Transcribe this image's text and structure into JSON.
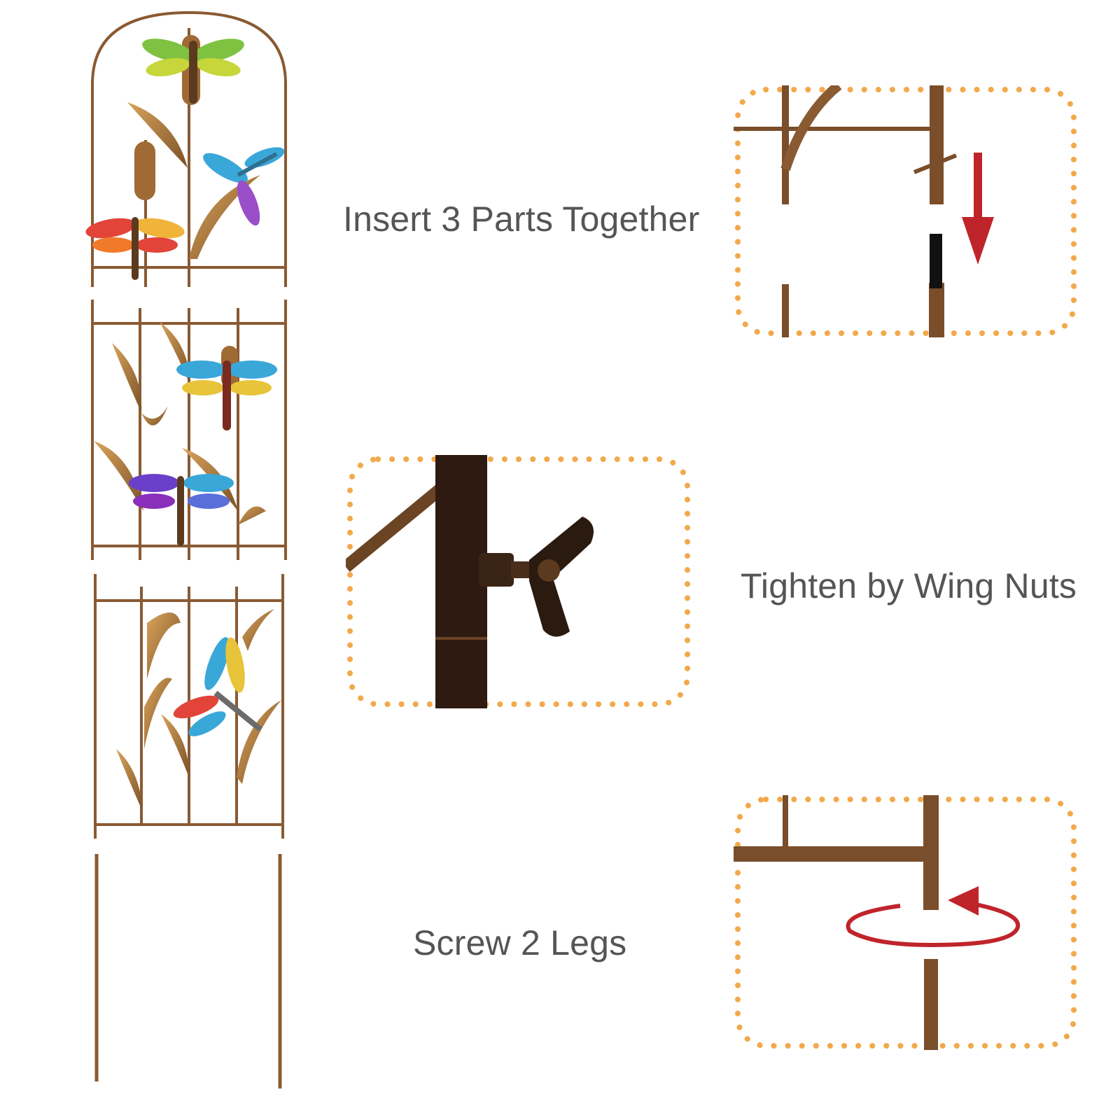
{
  "steps": [
    {
      "label": "Insert 3 Parts Together",
      "icon": "down-arrow-icon"
    },
    {
      "label": "Tighten by Wing Nuts",
      "icon": "wing-nut-icon"
    },
    {
      "label": "Screw 2 Legs",
      "icon": "rotate-arrow-icon"
    }
  ],
  "colors": {
    "bronze": "#8a5a32",
    "bronze_dark": "#5b3a1f",
    "dot_border": "#f2a94b",
    "arrow_red": "#c0242b",
    "text_gray": "#555555"
  }
}
